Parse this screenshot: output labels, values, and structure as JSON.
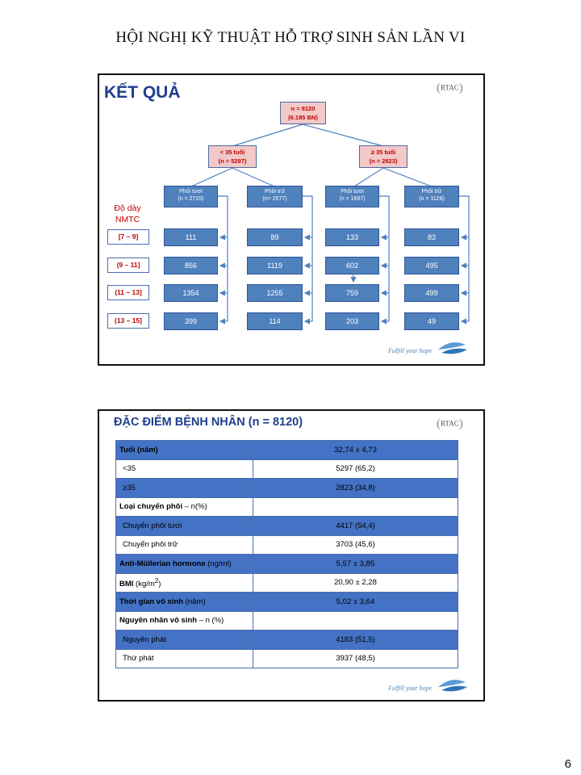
{
  "header": "HỘI NGHỊ KỸ THUẬT HỖ TRỢ SINH SẢN LẦN VI",
  "page_number": "6",
  "logo_text": "RTAC",
  "tagline": "Fulfill your hope",
  "slide1": {
    "title": "KẾT QUẢ",
    "root": {
      "line1": "n = 8120",
      "line2": "(6.185 BN)"
    },
    "groups": [
      {
        "line1": "< 35 tuổi",
        "line2": "(n = 5297)"
      },
      {
        "line1": "≥ 35 tuổi",
        "line2": "(n = 2823)"
      }
    ],
    "subgroups": [
      {
        "line1": "Phôi tươi",
        "line2": "(n = 2720)"
      },
      {
        "line1": "Phôi trữ",
        "line2": "(n= 2577)"
      },
      {
        "line1": "Phôi tươi",
        "line2": "(n = 1697)"
      },
      {
        "line1": "Phôi trữ",
        "line2": "(n = 1126)"
      }
    ],
    "row_title_line1": "Độ dày",
    "row_title_line2": "NMTC",
    "ranges": [
      "[7 – 9]",
      "(9 – 11]",
      "(11 – 13]",
      "(13 – 15]"
    ],
    "values": [
      [
        "111",
        "89",
        "133",
        "83"
      ],
      [
        "856",
        "1119",
        "602",
        "495"
      ],
      [
        "1354",
        "1255",
        "759",
        "499"
      ],
      [
        "399",
        "114",
        "203",
        "49"
      ]
    ]
  },
  "slide2": {
    "title": "ĐẶC ĐIỂM BỆNH NHÂN (n = 8120)",
    "rows": [
      {
        "label": "Tuổi (năm)",
        "value": "32,74 ± 4,73"
      },
      {
        "label": "<35",
        "value": "5297 (65,2)"
      },
      {
        "label": "≥35",
        "value": "2823 (34,8)"
      },
      {
        "label_bold": "Loại chuyển phôi",
        "label_rest": " – n(%)",
        "value": ""
      },
      {
        "label": "Chuyển phôi tươi",
        "value": "4417 (54,4)"
      },
      {
        "label": "Chuyển phôi trữ",
        "value": "3703 (45,6)"
      },
      {
        "label_bold": "Anti-Müllerian hormone",
        "label_rest": "  (ng/ml)",
        "value": "5,57 ± 3,85"
      },
      {
        "label_bold": "BMI",
        "label_rest": " (kg/m",
        "label_sup": "2",
        "label_end": ")",
        "value": "20,90 ± 2,28"
      },
      {
        "label_bold": "Thời gian vô sinh",
        "label_rest": " (năm)",
        "value": "5,02 ± 3,64"
      },
      {
        "label_bold": "Nguyên nhân vô sinh",
        "label_rest": " – n  (%)",
        "value": ""
      },
      {
        "label": "Nguyên phát",
        "value": "4183 (51,5)"
      },
      {
        "label": "Thứ phát",
        "value": "3937 (48,5)"
      }
    ]
  }
}
